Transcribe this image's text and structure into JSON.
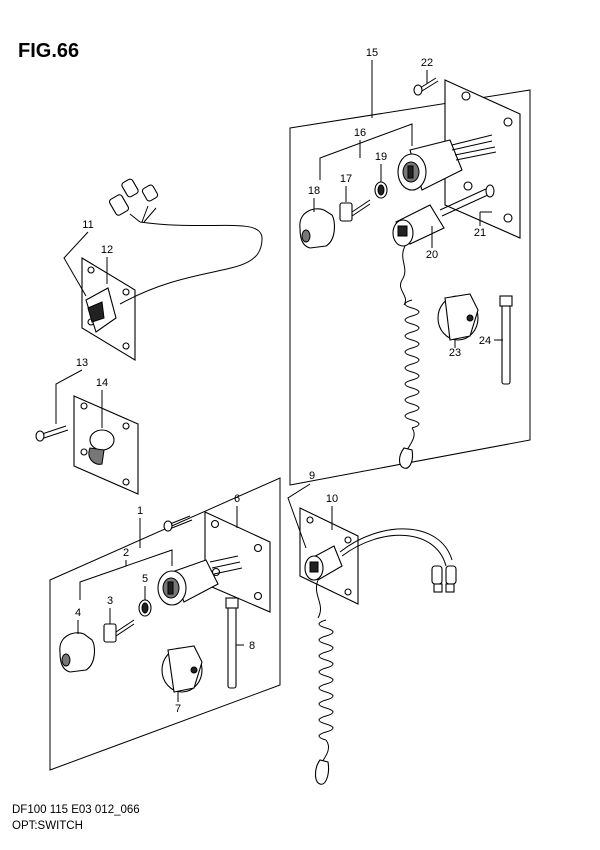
{
  "figure": {
    "title": "FIG.66",
    "model_code": "DF100 115 E03 012_066",
    "section": "OPT:SWITCH"
  },
  "callouts": [
    "1",
    "2",
    "3",
    "4",
    "5",
    "6",
    "7",
    "8",
    "9",
    "10",
    "11",
    "12",
    "13",
    "14",
    "15",
    "16",
    "17",
    "18",
    "19",
    "20",
    "21",
    "22",
    "23",
    "24"
  ],
  "colors": {
    "ink": "#000000",
    "shade": "#777777",
    "paper": "#ffffff"
  }
}
